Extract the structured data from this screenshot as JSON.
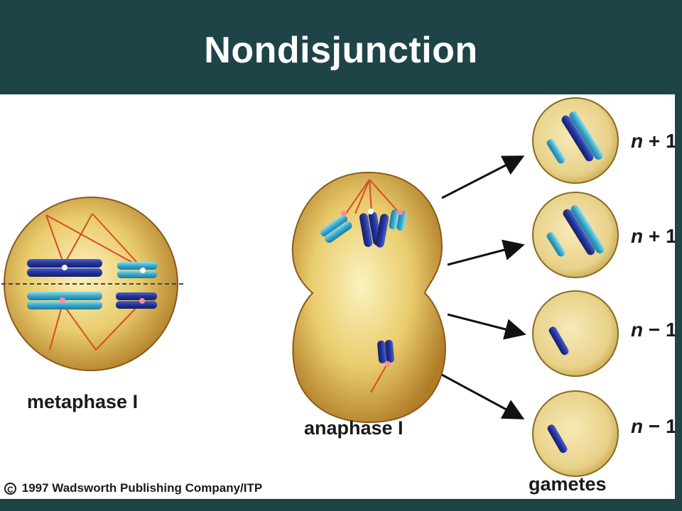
{
  "slide": {
    "title": "Nondisjunction"
  },
  "diagram": {
    "stages": {
      "metaphase": "metaphase I",
      "anaphase": "anaphase I",
      "gametes": "gametes"
    },
    "gamete_counts": [
      {
        "n": "n",
        "op": "+",
        "num": "1"
      },
      {
        "n": "n",
        "op": "+",
        "num": "1"
      },
      {
        "n": "n",
        "op": "−",
        "num": "1"
      },
      {
        "n": "n",
        "op": "−",
        "num": "1"
      }
    ],
    "copyright": {
      "symbol": "C",
      "text": "1997 Wadsworth Publishing Company/ITP"
    }
  },
  "colors": {
    "header_bg": "#1f4448",
    "cell_fill": "#e6c870",
    "cell_edge": "#8a5a1a",
    "spindle": "#d94a2a",
    "chromosome_dark": "#23339a",
    "chromosome_light": "#3aa8c8",
    "gamete_fill": "#ecd894"
  }
}
